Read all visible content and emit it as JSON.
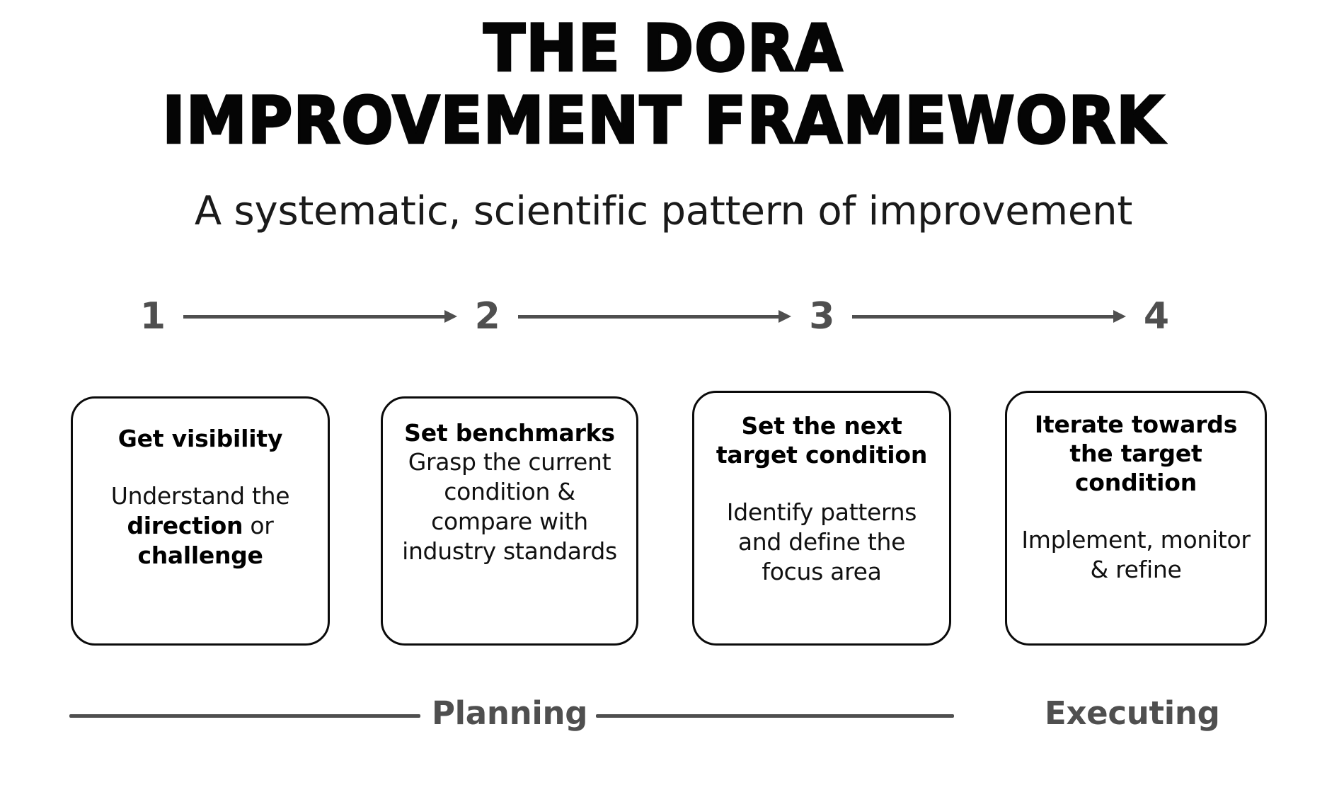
{
  "header": {
    "title_lines": [
      "THE DORA",
      "IMPROVEMENT FRAMEWORK"
    ],
    "subtitle": "A systematic, scientific pattern of improvement"
  },
  "colors": {
    "ink": "#000000",
    "gray": "#4f4f4f",
    "background": "#ffffff",
    "card_border": "#0b0b0b"
  },
  "steps": [
    {
      "number": "1"
    },
    {
      "number": "2"
    },
    {
      "number": "3"
    },
    {
      "number": "4"
    }
  ],
  "arrows": [
    {
      "name": "arrow-1-to-2"
    },
    {
      "name": "arrow-2-to-3"
    },
    {
      "name": "arrow-3-to-4"
    }
  ],
  "cards": [
    {
      "step": "1",
      "heading": "Get visibility",
      "body_plain": "Understand the direction or challenge",
      "body_parts": [
        {
          "text": "Understand the ",
          "bold": false
        },
        {
          "text": "direction",
          "bold": true
        },
        {
          "text": " or ",
          "bold": false
        },
        {
          "text": "challenge",
          "bold": true
        }
      ]
    },
    {
      "step": "2",
      "heading": "Set benchmarks",
      "body_plain": "Grasp the current condition & compare with industry standards",
      "body_parts": [
        {
          "text": "Grasp the current condition & compare with industry standards",
          "bold": false
        }
      ]
    },
    {
      "step": "3",
      "heading": "Set the next target condition",
      "body_plain": "Identify patterns and define the focus area",
      "body_parts": [
        {
          "text": "Identify patterns and define the focus area",
          "bold": false
        }
      ]
    },
    {
      "step": "4",
      "heading": "Iterate towards the target condition",
      "body_plain": "Implement, monitor & refine",
      "body_parts": [
        {
          "text": "Implement, monitor & refine",
          "bold": false
        }
      ]
    }
  ],
  "phases": [
    {
      "label": "Planning"
    },
    {
      "label": "Executing"
    }
  ]
}
